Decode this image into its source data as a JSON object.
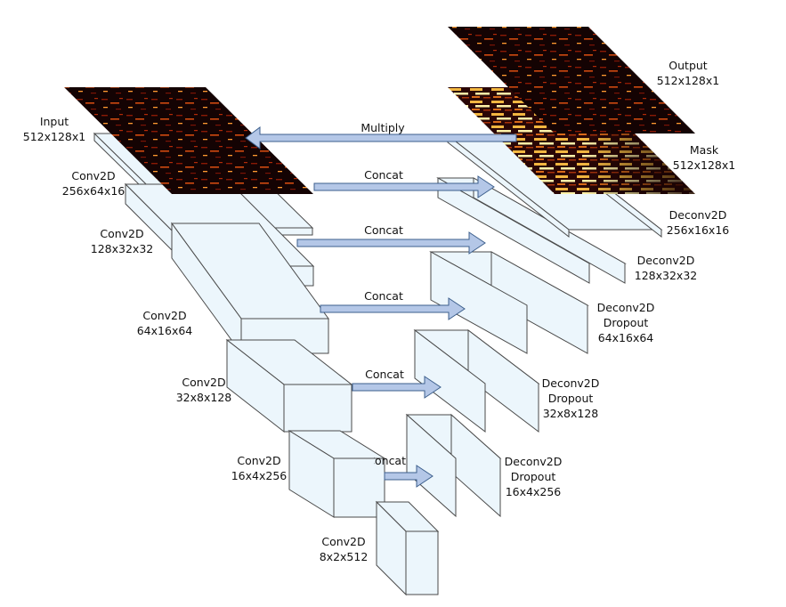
{
  "colors": {
    "block_fill": "#ecf6fc",
    "block_stroke": "#4a4a4a",
    "arrow_fill": "#b4c7e7",
    "arrow_stroke": "#3c5f8c",
    "spectrogram_dark": "#140303",
    "spectrogram_hot": "#ffcc55"
  },
  "spectrograms": {
    "input_icon": "spectrogram-image",
    "mask_icon": "mask-spectrogram-image",
    "output_icon": "output-spectrogram-image"
  },
  "encoder": {
    "input": {
      "name": "Input",
      "shape": "512x128x1"
    },
    "layers": [
      {
        "name": "Conv2D",
        "shape": "256x64x16"
      },
      {
        "name": "Conv2D",
        "shape": "128x32x32"
      },
      {
        "name": "Conv2D",
        "shape": "64x16x64"
      },
      {
        "name": "Conv2D",
        "shape": "32x8x128"
      },
      {
        "name": "Conv2D",
        "shape": "16x4x256"
      },
      {
        "name": "Conv2D",
        "shape": "8x2x512"
      }
    ]
  },
  "decoder": {
    "layers": [
      {
        "name": "Deconv2D",
        "extra": "Dropout",
        "shape": "16x4x256"
      },
      {
        "name": "Deconv2D",
        "extra": "Dropout",
        "shape": "32x8x128"
      },
      {
        "name": "Deconv2D",
        "extra": "Dropout",
        "shape": "64x16x64"
      },
      {
        "name": "Deconv2D",
        "extra": "",
        "shape": "128x32x32"
      },
      {
        "name": "Deconv2D",
        "extra": "",
        "shape": "256x16x16"
      }
    ],
    "mask": {
      "name": "Mask",
      "shape": "512x128x1"
    },
    "output": {
      "name": "Output",
      "shape": "512x128x1"
    }
  },
  "connections": {
    "multiply": "Multiply",
    "concat_1": "Concat",
    "concat_2": "Concat",
    "concat_3": "Concat",
    "concat_4": "Concat",
    "concat_5": "Concat"
  }
}
